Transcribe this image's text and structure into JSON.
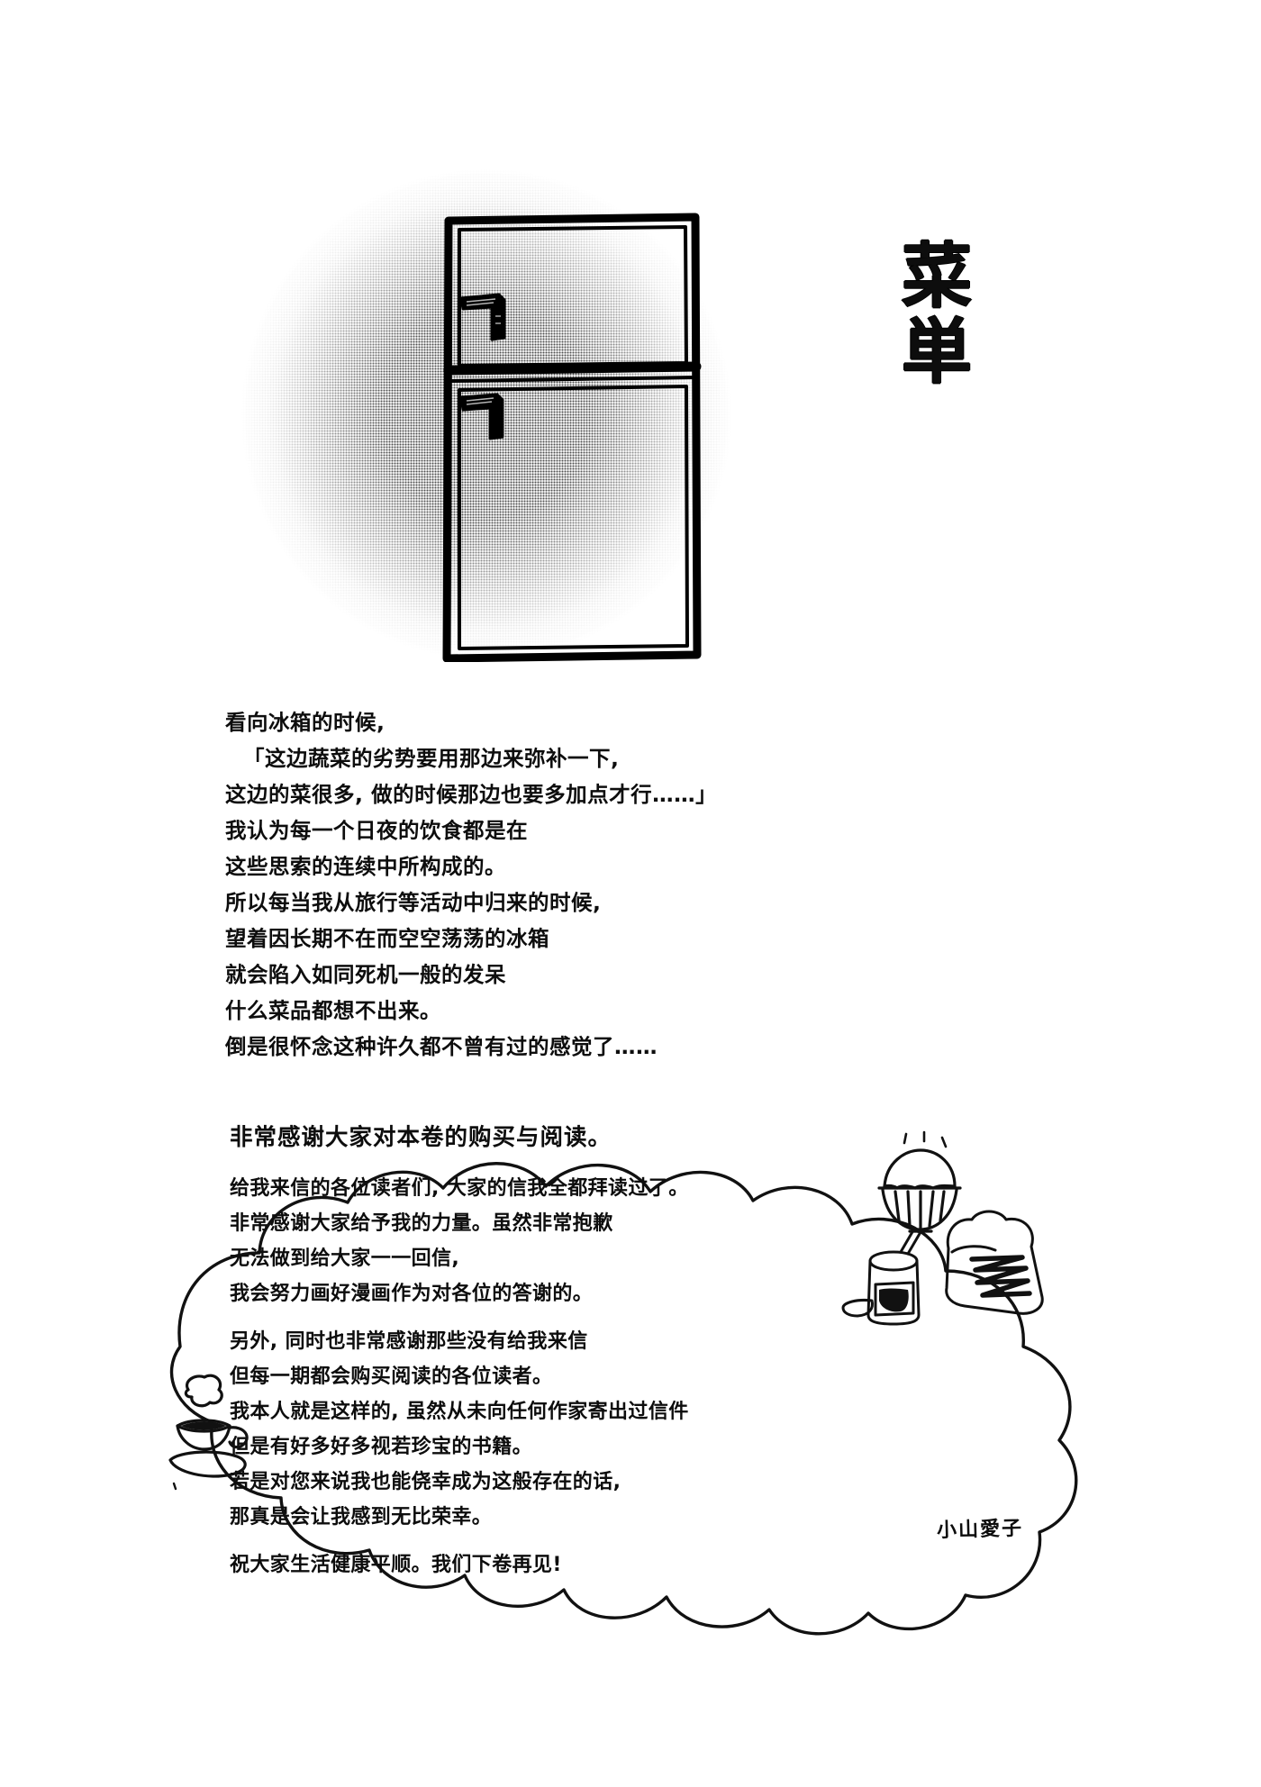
{
  "page": {
    "type": "manga-afterword-page",
    "background_color": "#ffffff",
    "ink_color": "#111111"
  },
  "title": {
    "vertical_text": "菜単",
    "reading": "caidan-menu",
    "orientation": "vertical"
  },
  "illustration": {
    "fridge": {
      "label": "two-door refrigerator line drawing",
      "doors": [
        "upper-freezer-door",
        "lower-fridge-door"
      ],
      "handles": 2,
      "shadow": "halftone-radial-screentone"
    }
  },
  "narration": {
    "lines": [
      "看向冰箱的时候,",
      "「这边蔬菜的劣势要用那边来弥补一下,",
      "这边的菜很多, 做的时候那边也要多加点才行……」",
      "我认为每一个日夜的饮食都是在",
      "这些思索的连续中所构成的。",
      "所以每当我从旅行等活动中归来的时候,",
      "望着因长期不在而空空荡荡的冰箱",
      "就会陷入如同死机一般的发呆",
      "什么菜品都想不出来。",
      "倒是很怀念这种许久都不曾有过的感觉了……"
    ],
    "indented_lines": [
      1,
      2
    ]
  },
  "afterword_bubble": {
    "shape": "cloud-thought-bubble",
    "headline": "非常感谢大家对本卷的购买与阅读。",
    "paragraphs": [
      [
        "给我来信的各位读者们, 大家的信我全都拜读过了。",
        "非常感谢大家给予我的力量。虽然非常抱歉",
        "无法做到给大家一一回信,",
        "我会努力画好漫画作为对各位的答谢的。"
      ],
      [
        "另外, 同时也非常感谢那些没有给我来信",
        "但每一期都会购买阅读的各位读者。",
        "我本人就是这样的, 虽然从未向任何作家寄出过信件",
        "但是有好多好多视若珍宝的书籍。",
        "若是对您来说我也能侥幸成为这般存在的话,",
        "那真是会让我感到无比荣幸。"
      ],
      [
        "祝大家生活健康平顺。我们下卷再见!"
      ]
    ],
    "signature": "小山愛子"
  },
  "doodles": [
    {
      "name": "rice-bowl",
      "label": "steaming bowl of rice"
    },
    {
      "name": "jam-jar",
      "label": "jam jar with spoon"
    },
    {
      "name": "toast-slice",
      "label": "toast with spread"
    },
    {
      "name": "coffee-cup",
      "label": "steaming coffee cup on saucer"
    }
  ]
}
